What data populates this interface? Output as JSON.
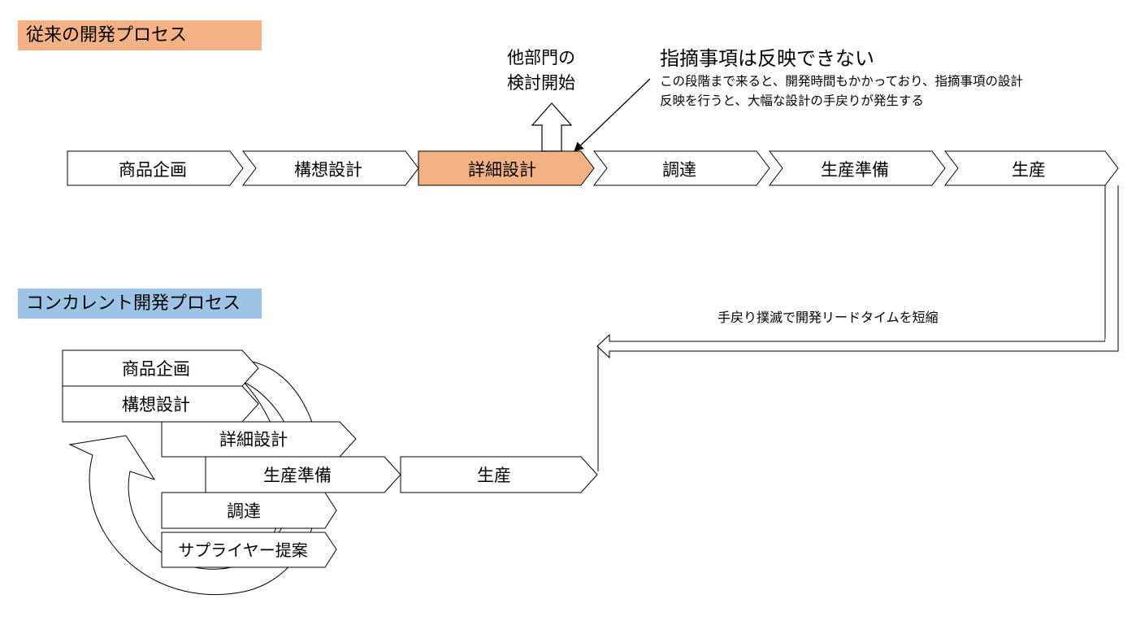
{
  "conventional": {
    "title": "従来の開発プロセス",
    "steps": [
      "商品企画",
      "構想設計",
      "詳細設計",
      "調達",
      "生産準備",
      "生産"
    ],
    "highlight_step": "詳細設計",
    "review_start_line1": "他部門の",
    "review_start_line2": "検討開始",
    "callout_title": "指摘事項は反映できない",
    "callout_line1": "この段階まで来ると、開発時間もかかっており、指摘事項の設計",
    "callout_line2": "反映を行うと、大幅な設計の手戻りが発生する"
  },
  "concurrent": {
    "title": "コンカレント開発プロセス",
    "steps": [
      "商品企画",
      "構想設計",
      "詳細設計",
      "生産準備",
      "生産",
      "調達",
      "サプライヤー提案"
    ],
    "transition_note": "手戻り撲滅で開発リードタイムを短縮"
  },
  "colors": {
    "orange": "#f4b183",
    "blue": "#9dc3e6",
    "stroke": "#000000"
  }
}
